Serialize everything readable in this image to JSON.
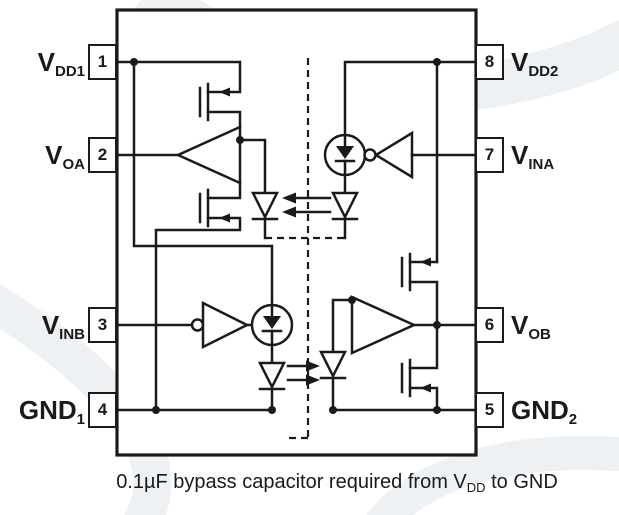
{
  "diagram": {
    "pins": [
      {
        "number": "1",
        "base": "V",
        "sub": "DD1",
        "side": "left"
      },
      {
        "number": "2",
        "base": "V",
        "sub": "OA",
        "side": "left"
      },
      {
        "number": "3",
        "base": "V",
        "sub": "INB",
        "side": "left"
      },
      {
        "number": "4",
        "base": "GND",
        "sub": "1",
        "side": "left"
      },
      {
        "number": "8",
        "base": "V",
        "sub": "DD2",
        "side": "right"
      },
      {
        "number": "7",
        "base": "V",
        "sub": "INA",
        "side": "right"
      },
      {
        "number": "6",
        "base": "V",
        "sub": "OB",
        "side": "right"
      },
      {
        "number": "5",
        "base": "GND",
        "sub": "2",
        "side": "right"
      }
    ],
    "caption": {
      "text_before": "0.1µF bypass capacitor required from ",
      "v": "V",
      "v_sub": "DD",
      "text_after": " to GND"
    },
    "symbols": {
      "isolation_barrier": "vertical-dashed-line",
      "led_with_current_source": "filled-diode-in-circle",
      "photodiode": "open-diode",
      "buffer": "triangle",
      "inverter": "triangle-with-bubble",
      "output_stage": "pmos-nmos-pair",
      "optical_path": "double-arrows"
    },
    "colors": {
      "line": "#1a1a1a",
      "background": "#ffffff",
      "watermark": "#eef1f3"
    }
  }
}
